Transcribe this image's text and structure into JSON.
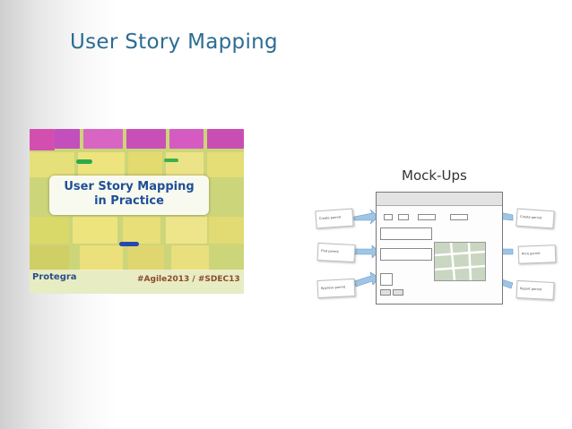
{
  "slide": {
    "title": "User Story Mapping"
  },
  "photo": {
    "callout_line1": "User Story Mapping",
    "callout_line2": "in Practice",
    "logo": "Protegra",
    "hashtags": "#Agile2013 / #SDEC13"
  },
  "mockup": {
    "title": "Mock-Ups",
    "cards_left": [
      "Create permit",
      "Find permit",
      "Approve permit"
    ],
    "cards_right": [
      "Create permit",
      "Print permit",
      "Report permit"
    ]
  },
  "colors": {
    "title": "#2c6d92",
    "callout_text": "#1f4f9a",
    "hashtag_text": "#8b4b2b"
  }
}
